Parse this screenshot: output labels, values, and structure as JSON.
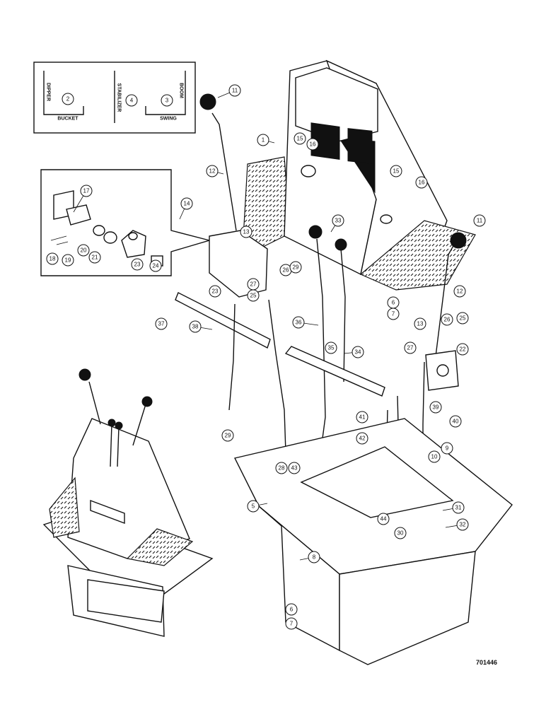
{
  "callouts": [
    {
      "n": "1"
    },
    {
      "n": "2"
    },
    {
      "n": "3"
    },
    {
      "n": "4"
    },
    {
      "n": "5"
    },
    {
      "n": "6"
    },
    {
      "n": "7"
    },
    {
      "n": "8"
    },
    {
      "n": "9"
    },
    {
      "n": "10"
    },
    {
      "n": "11"
    },
    {
      "n": "12"
    },
    {
      "n": "13"
    },
    {
      "n": "14"
    },
    {
      "n": "15"
    },
    {
      "n": "16"
    },
    {
      "n": "17"
    },
    {
      "n": "18"
    },
    {
      "n": "19"
    },
    {
      "n": "20"
    },
    {
      "n": "21"
    },
    {
      "n": "22"
    },
    {
      "n": "23"
    },
    {
      "n": "24"
    },
    {
      "n": "25"
    },
    {
      "n": "26"
    },
    {
      "n": "27"
    },
    {
      "n": "28"
    },
    {
      "n": "29"
    },
    {
      "n": "30"
    },
    {
      "n": "31"
    },
    {
      "n": "32"
    },
    {
      "n": "33"
    },
    {
      "n": "34"
    },
    {
      "n": "35"
    },
    {
      "n": "36"
    },
    {
      "n": "37"
    },
    {
      "n": "38"
    },
    {
      "n": "39"
    },
    {
      "n": "40"
    },
    {
      "n": "41"
    },
    {
      "n": "42"
    },
    {
      "n": "43"
    },
    {
      "n": "44"
    }
  ],
  "decal": {
    "dipper": "DIPPER",
    "bucket": "BUCKET",
    "stabilizer": "STABILIZER",
    "boom": "BOOM",
    "swing": "SWING"
  },
  "figure_number": "701446"
}
